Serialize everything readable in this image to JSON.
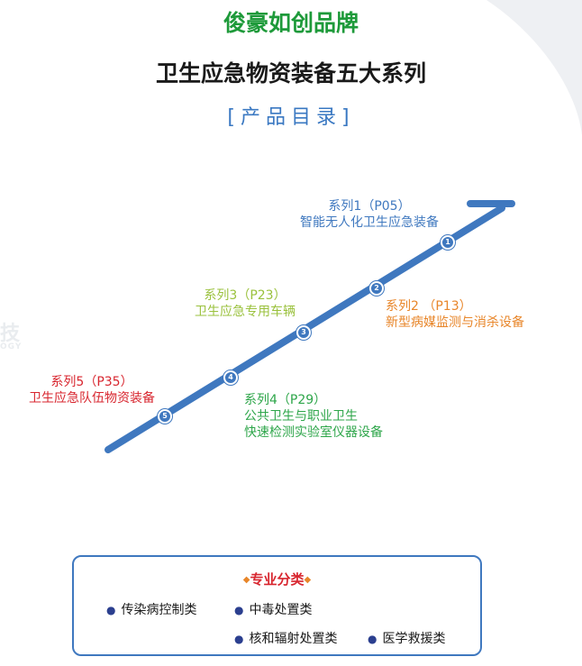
{
  "header": {
    "brand": "俊豪如创品牌",
    "title": "卫生应急物资装备五大系列",
    "catalog": "[产品目录]"
  },
  "background": {
    "mark_text": "技",
    "mark_sub": "OGY"
  },
  "series": [
    {
      "num": "1",
      "line1": "系列1（P05）",
      "line2": "智能无人化卫生应急装备",
      "line3": ""
    },
    {
      "num": "2",
      "line1": "系列2 （P13）",
      "line2": "新型病媒监测与消杀设备",
      "line3": ""
    },
    {
      "num": "3",
      "line1": "系列3（P23）",
      "line2": "卫生应急专用车辆",
      "line3": ""
    },
    {
      "num": "4",
      "line1": "系列4（P29）",
      "line2": "公共卫生与职业卫生",
      "line3": "快速检测实验室仪器设备"
    },
    {
      "num": "5",
      "line1": "系列5（P35）",
      "line2": "卫生应急队伍物资装备",
      "line3": ""
    }
  ],
  "categories_box": {
    "title": "专业分类",
    "items": [
      "传染病控制类",
      "中毒处置类",
      "核和辐射处置类",
      "医学救援类"
    ]
  },
  "colors": {
    "brand_green": "#1e9a3a",
    "accent_blue": "#3f78bf",
    "series1": "#3f78bf",
    "series2": "#e8862a",
    "series3": "#9ac13c",
    "series4": "#2ea64a",
    "series5": "#d8262f"
  }
}
